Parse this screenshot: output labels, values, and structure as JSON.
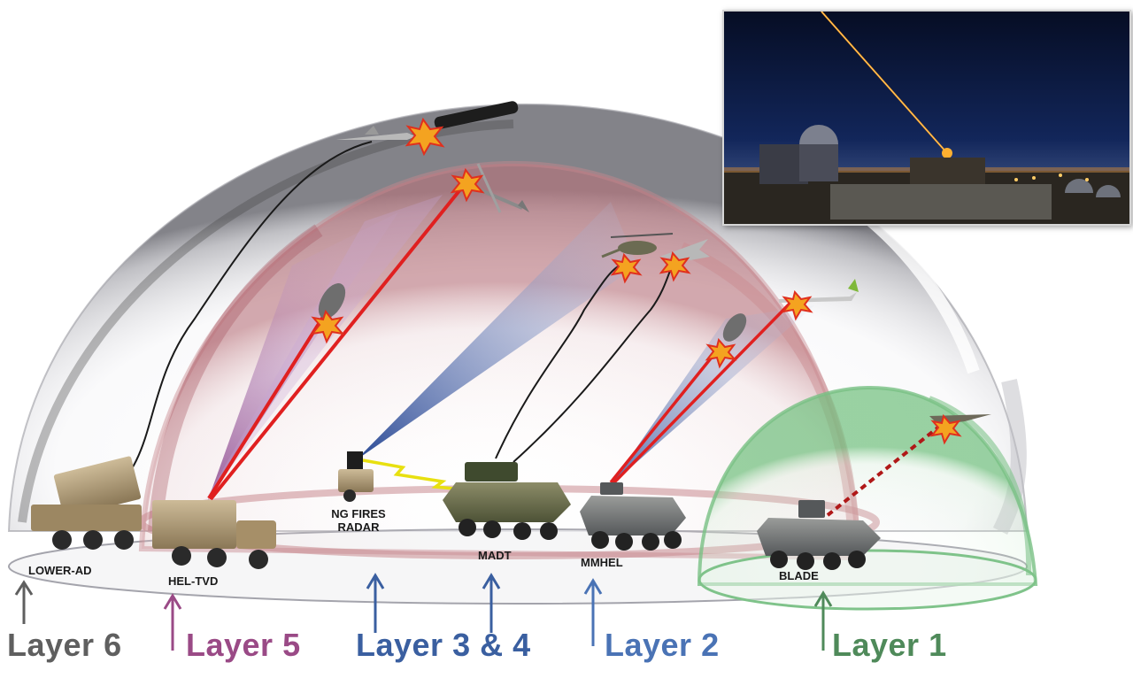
{
  "systems": {
    "lower_ad": "LOWER-AD",
    "hel_tvd": "HEL-TVD",
    "ng_fires_radar": "NG FIRES\nRADAR",
    "madt": "MADT",
    "mmhel": "MMHEL",
    "blade": "BLADE"
  },
  "layers": {
    "layer6": {
      "label": "Layer 6",
      "color": "#5f5f5f"
    },
    "layer5": {
      "label": "Layer 5",
      "color": "#9a4a86"
    },
    "layer34": {
      "label": "Layer 3 & 4",
      "color": "#3a5fa0"
    },
    "layer2": {
      "label": "Layer 2",
      "color": "#4a73b5"
    },
    "layer1": {
      "label": "Layer 1",
      "color": "#4f8a5a"
    }
  },
  "colors": {
    "laser_red": "#e02020",
    "dome_pink": "#c98a8f",
    "dome_green": "#7fc38a",
    "radar_blue": "#2c4f9a",
    "photo_sky": "#0b1736"
  }
}
